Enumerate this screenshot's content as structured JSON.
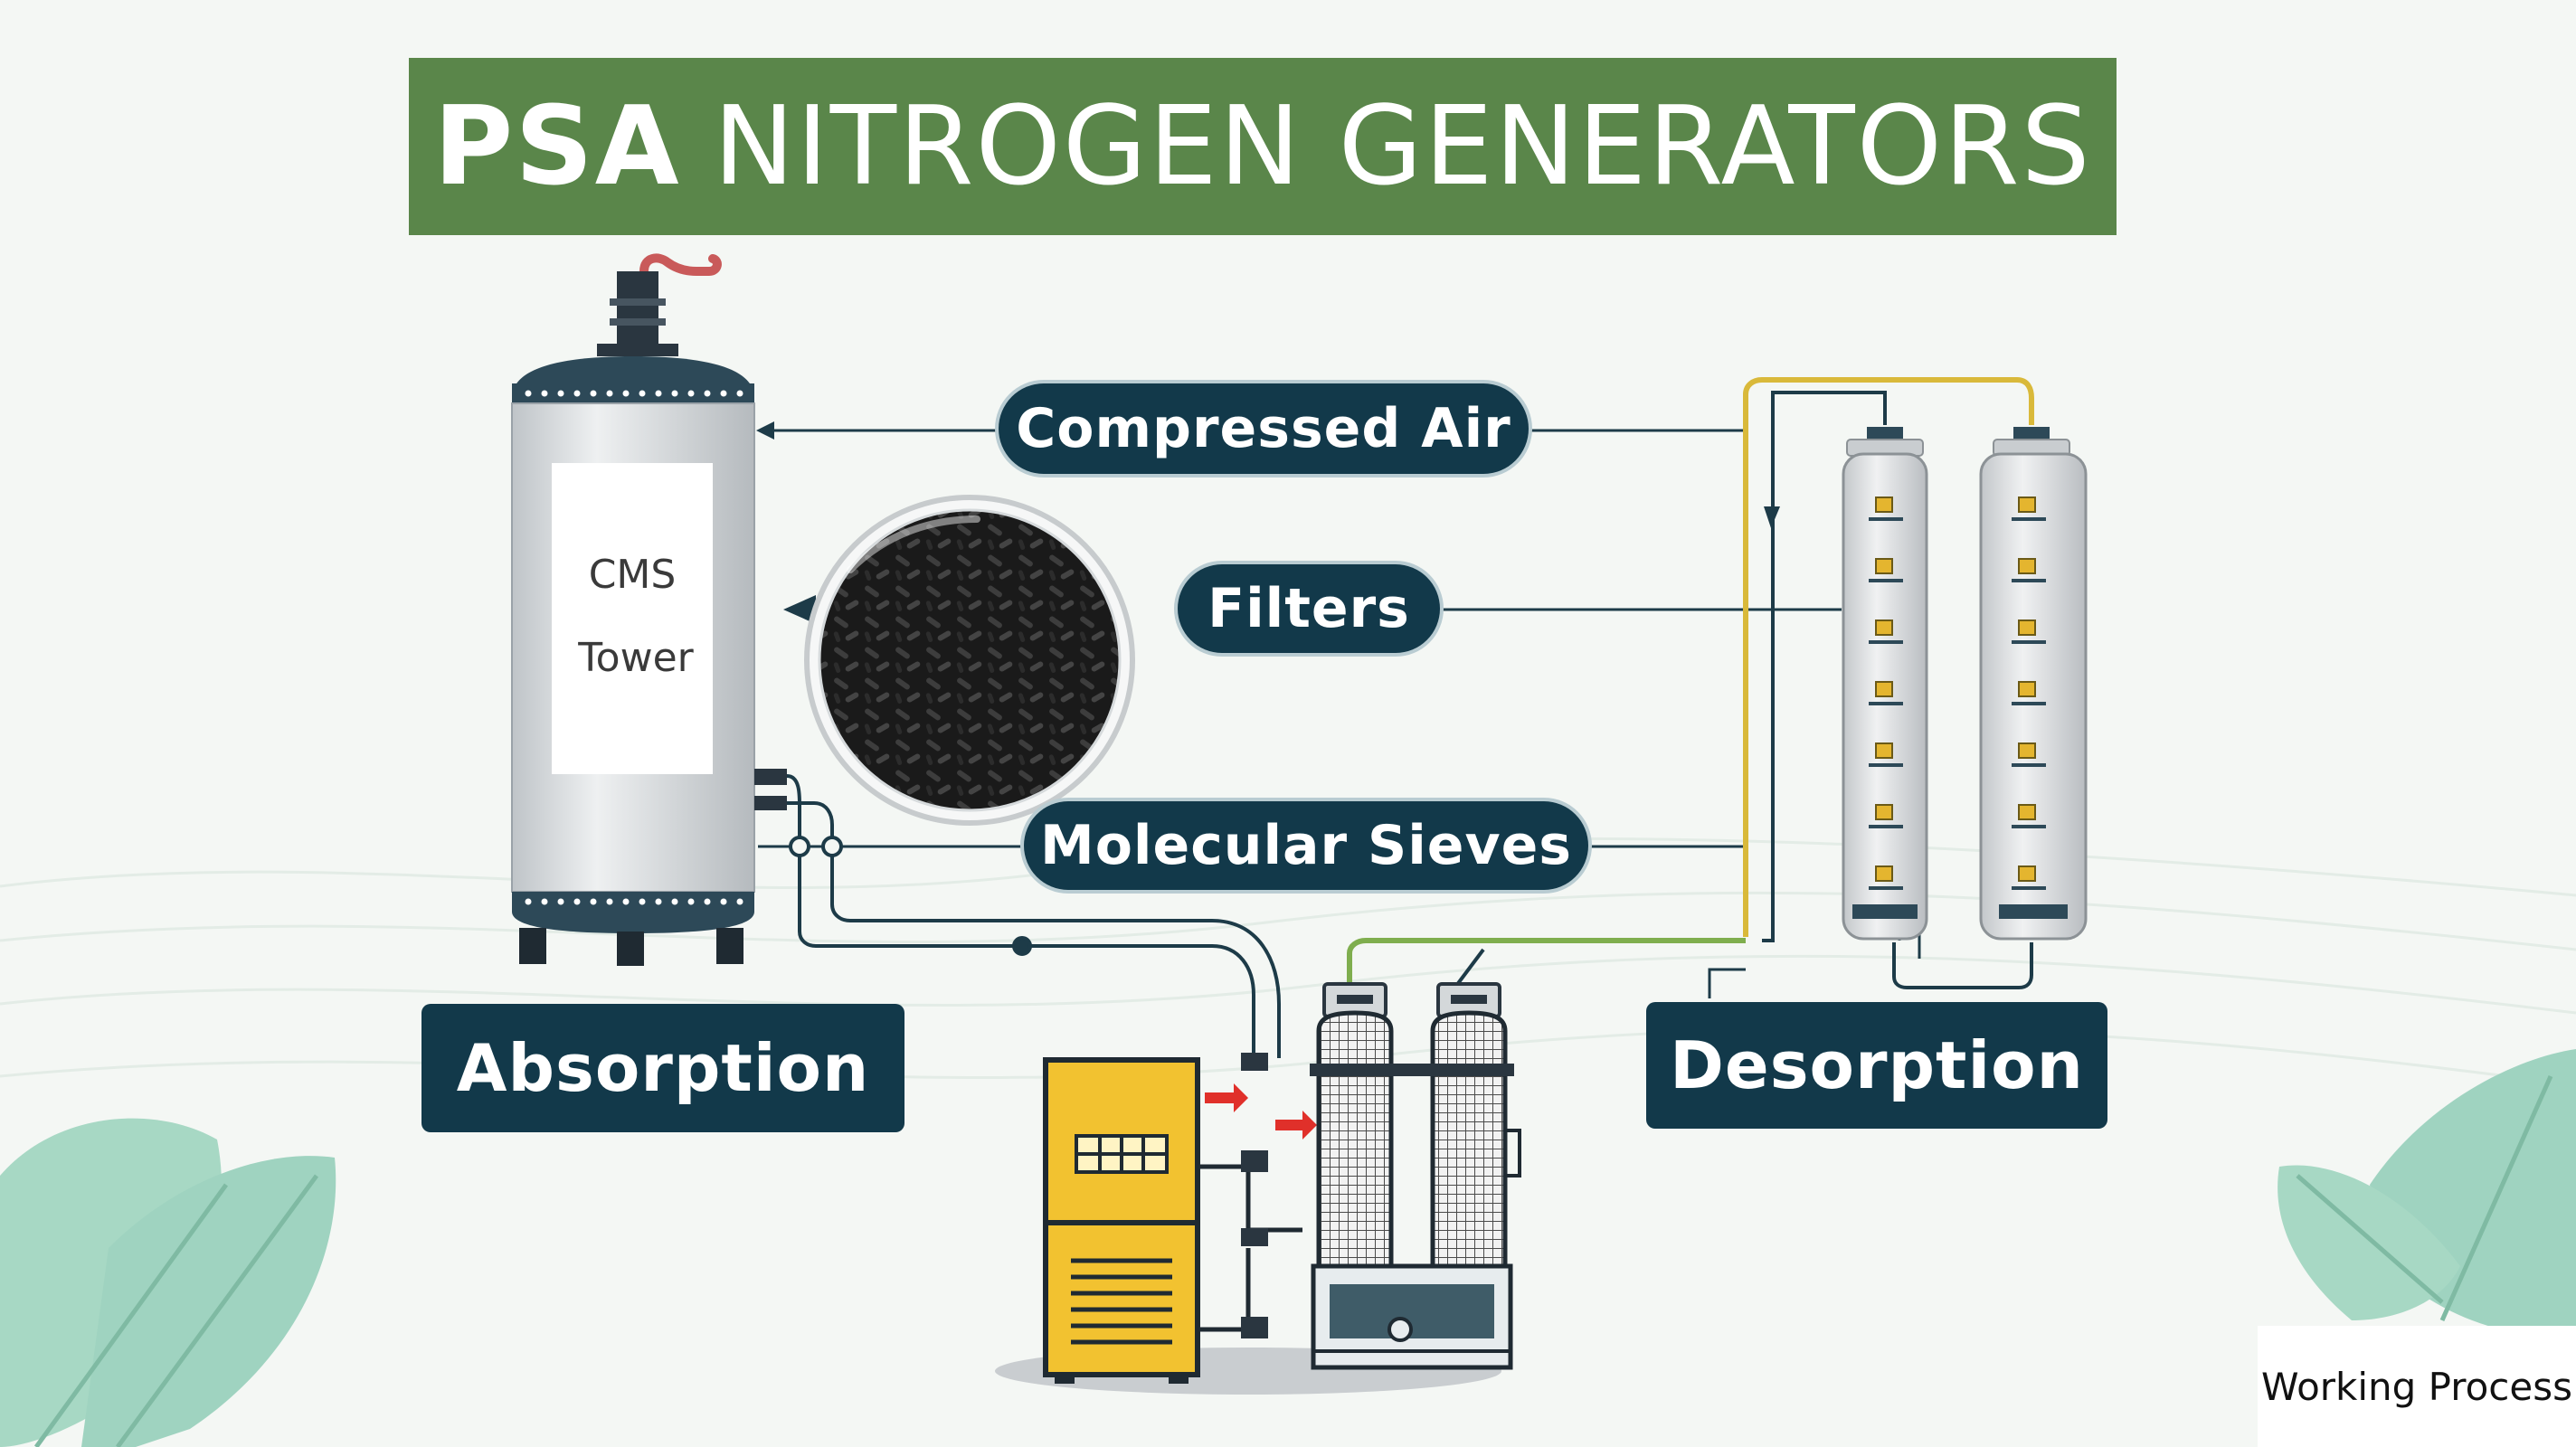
{
  "title": {
    "bold": "PSA",
    "rest": "NITROGEN GENERATORS"
  },
  "tower": {
    "line1": "CMS",
    "line2": "Tower"
  },
  "labels": {
    "compressed_air": "Compressed Air",
    "filters": "Filters",
    "molecular_sieves": "Molecular Sieves",
    "absorption": "Absorption",
    "desorption": "Desorption"
  },
  "corner_caption": "Working Process",
  "colors": {
    "banner_green": "#5a864a",
    "label_navy": "#12394a",
    "leaf_mint": "#9fd3c0",
    "compressor_yellow": "#f2c230",
    "pipe_yellow": "#d9b93a",
    "pipe_green": "#7fae4e"
  },
  "icons": [
    "cms-tower-icon",
    "molecular-sieve-dish-icon",
    "air-compressor-icon",
    "twin-tower-generator-icon",
    "filter-column-icon",
    "leaf-icon"
  ]
}
